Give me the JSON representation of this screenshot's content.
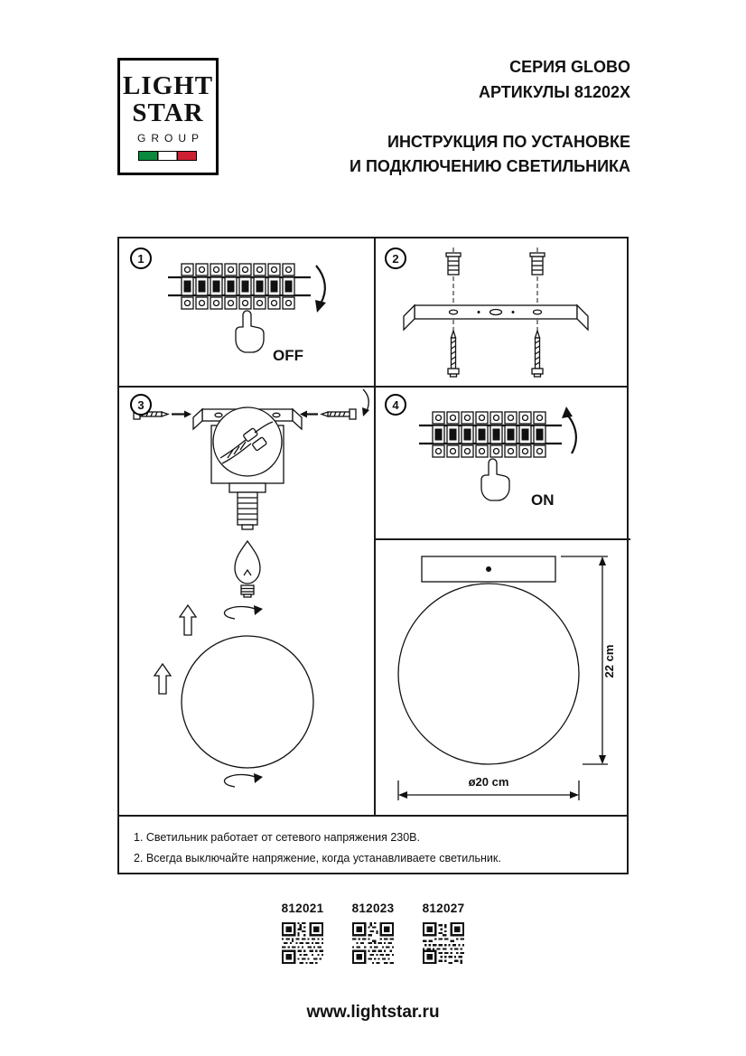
{
  "colors": {
    "ink": "#111111",
    "flag_green": "#0b8a3e",
    "flag_white": "#ffffff",
    "flag_red": "#cf2031"
  },
  "logo": {
    "line1": "LIGHT",
    "line2": "STAR",
    "line3": "GROUP"
  },
  "header": {
    "series": "СЕРИЯ GLOBO",
    "articles": "АРТИКУЛЫ 81202X",
    "title_line1": "ИНСТРУКЦИЯ ПО УСТАНОВКЕ",
    "title_line2": "И ПОДКЛЮЧЕНИЮ СВЕТИЛЬНИКА"
  },
  "steps": [
    {
      "number": "1",
      "label": "OFF"
    },
    {
      "number": "2",
      "label": ""
    },
    {
      "number": "3",
      "label": ""
    },
    {
      "number": "4",
      "label": "ON"
    }
  ],
  "icons": {
    "step1": "circuit-breaker-switched-off-with-hand",
    "step2": "mounting-bracket-with-anchors-and-screws",
    "step3": "fixture-assembly-wires-socket-bulb-globe",
    "step4": "circuit-breaker-switched-on-with-hand",
    "result": "mounted-globe-ceiling-lamp-with-dimensions",
    "qr": "qr-code"
  },
  "dimensions": {
    "height": "22 cm",
    "diameter": "ø20 cm"
  },
  "notes": [
    "1. Светильник работает от сетевого напряжения 230В.",
    "2. Всегда выключайте напряжение, когда устанавливаете светильник."
  ],
  "articles": [
    {
      "code": "812021"
    },
    {
      "code": "812023"
    },
    {
      "code": "812027"
    }
  ],
  "footer": {
    "website": "www.lightstar.ru"
  }
}
